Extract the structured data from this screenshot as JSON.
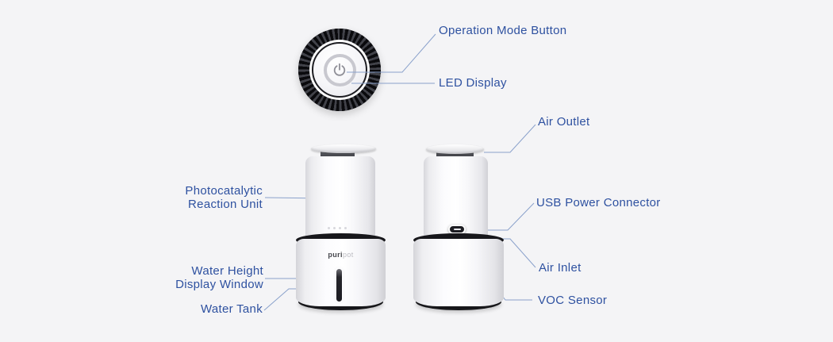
{
  "colors": {
    "background": "#f4f4f6",
    "label_text": "#2e51a0",
    "leader_line": "#8aa1cb",
    "device_dark": "#17171a"
  },
  "device": {
    "brand_primary": "puri",
    "brand_secondary": "pot"
  },
  "icons": {
    "power_icon": "power-symbol"
  },
  "callouts": {
    "operation_mode_button": "Operation Mode Button",
    "led_display": "LED Display",
    "air_outlet": "Air Outlet",
    "photocatalytic_line1": "Photocatalytic",
    "photocatalytic_line2": "Reaction Unit",
    "usb_power_connector": "USB Power Connector",
    "air_inlet": "Air Inlet",
    "voc_sensor": "VOC Sensor",
    "water_height_line1": "Water Height",
    "water_height_line2": "Display Window",
    "water_tank": "Water Tank"
  }
}
